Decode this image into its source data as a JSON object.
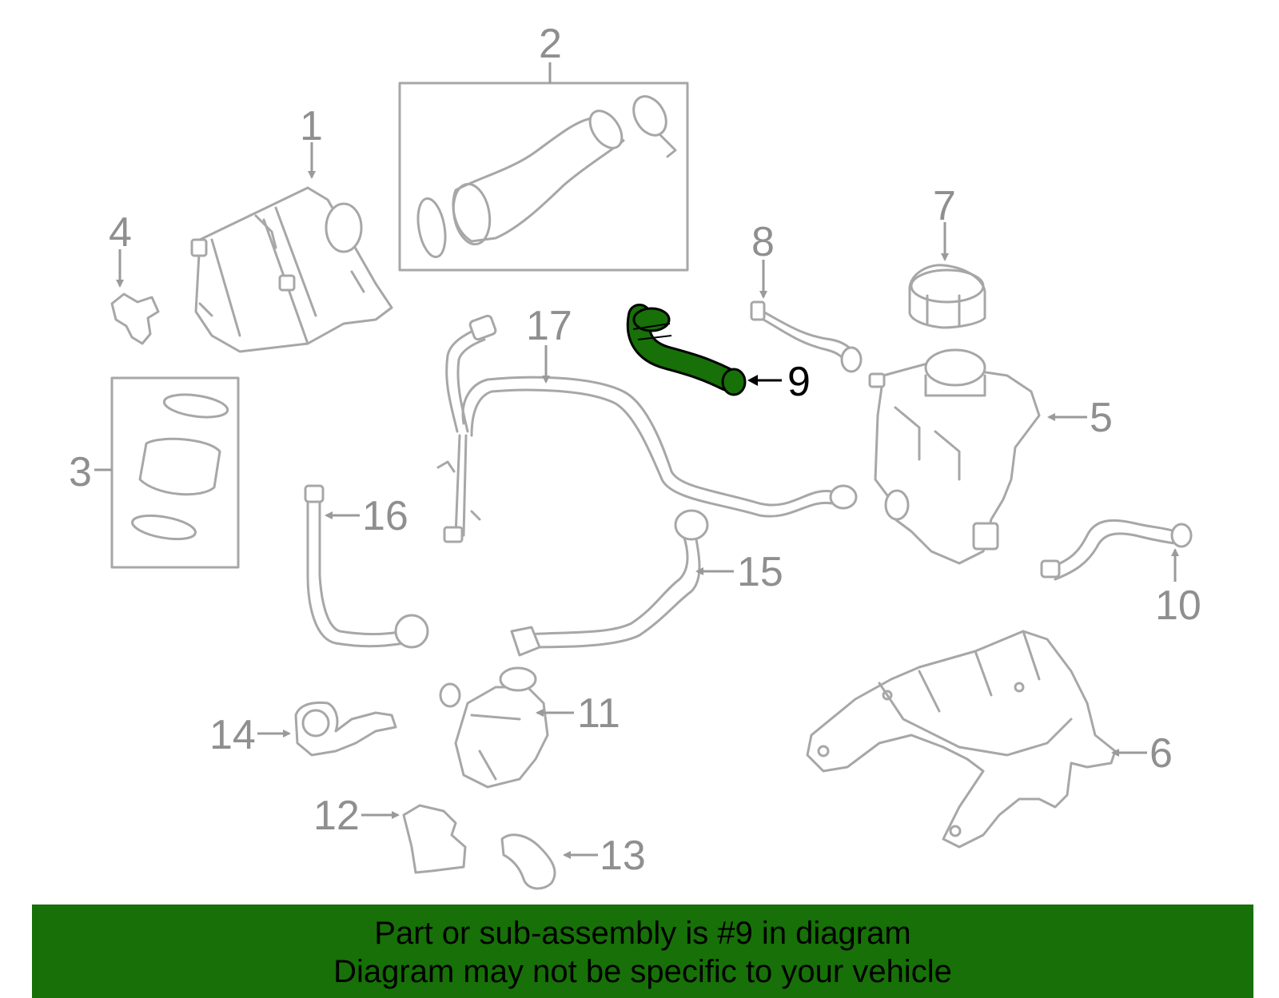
{
  "diagram": {
    "highlighted_part": "9",
    "highlight_color": "#177008",
    "part_color": "#a7a7a7",
    "labels": [
      "1",
      "2",
      "3",
      "4",
      "5",
      "6",
      "7",
      "8",
      "9",
      "10",
      "11",
      "12",
      "13",
      "14",
      "15",
      "16",
      "17"
    ]
  },
  "footer": {
    "line1": "Part or sub-assembly is #9 in diagram",
    "line2": "Diagram may not be specific to your vehicle",
    "background": "#177008"
  }
}
